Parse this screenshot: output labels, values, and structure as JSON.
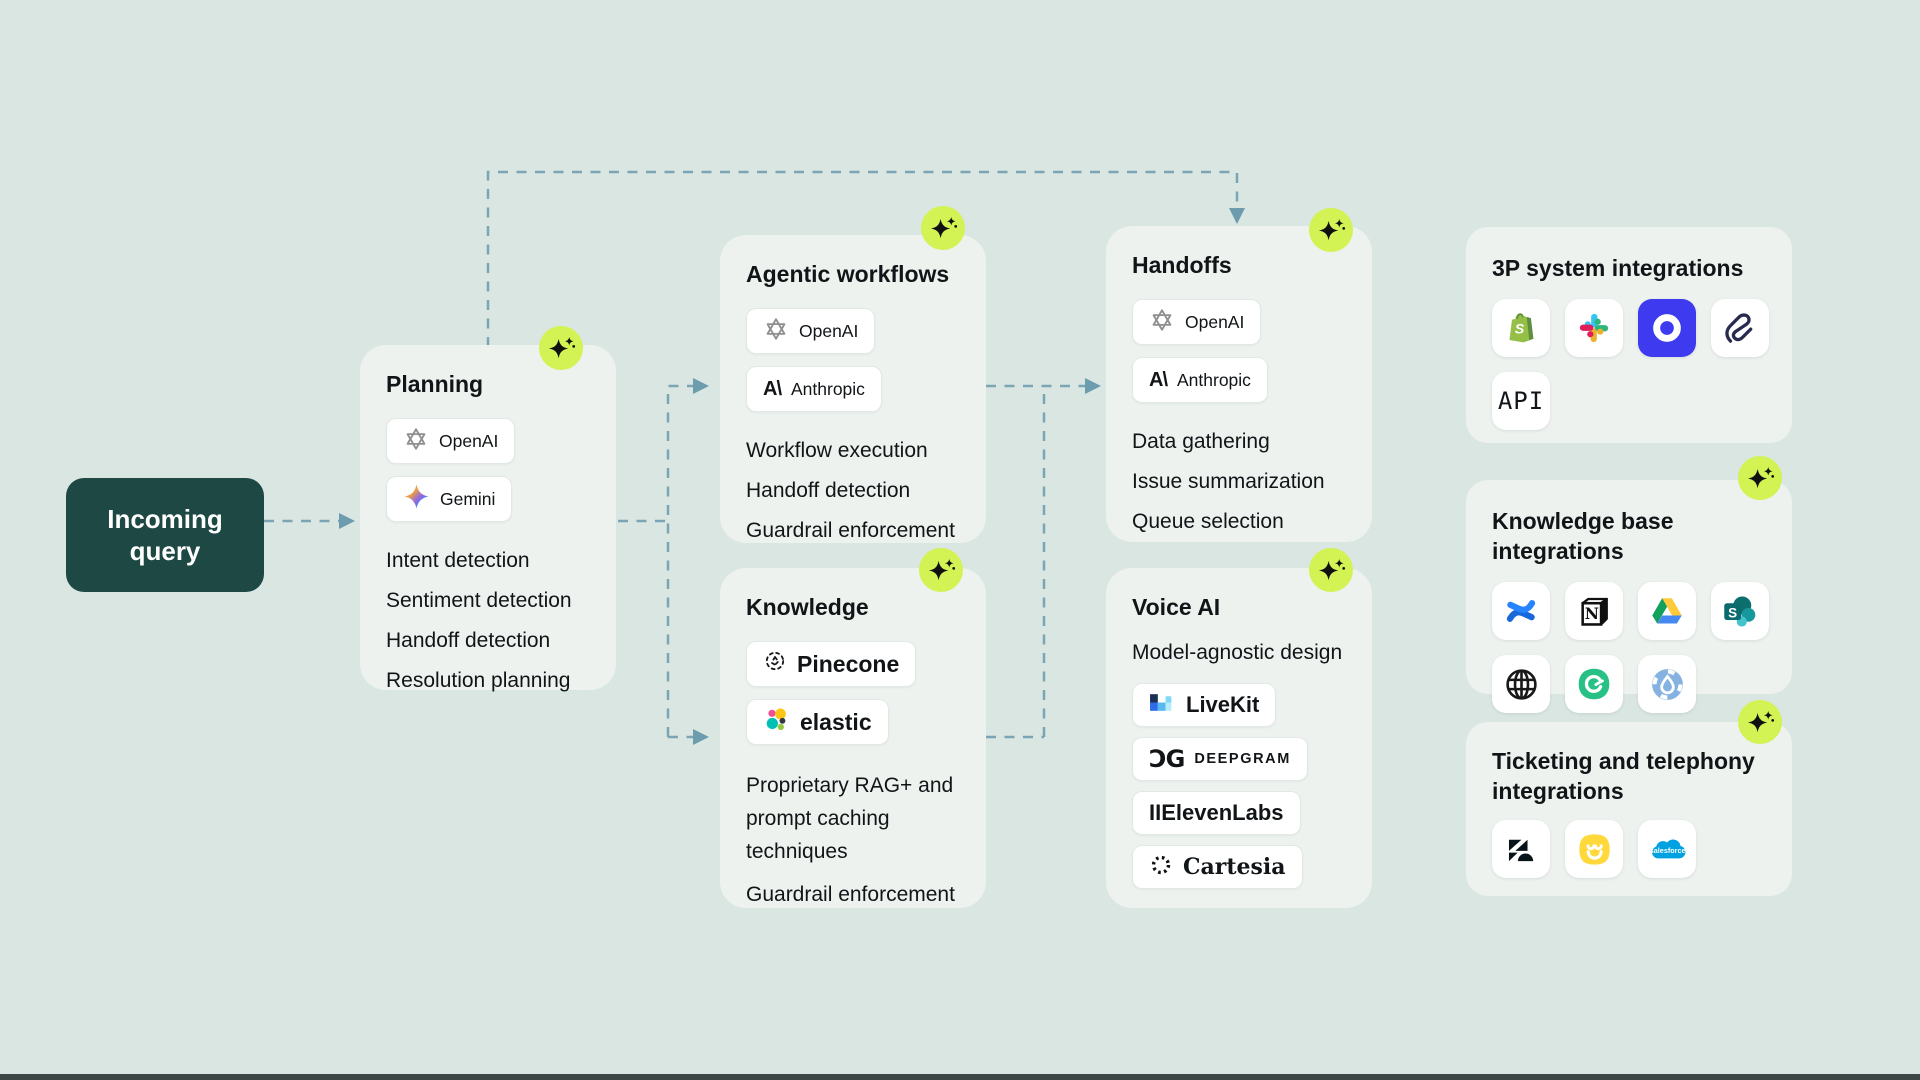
{
  "colors": {
    "background": "#dae6e1",
    "card": "#edf2ef",
    "accent_dark": "#1d4843",
    "badge_lime": "#d3f253",
    "connector": "#7ba4b4"
  },
  "incoming": {
    "label": "Incoming query"
  },
  "cards": {
    "planning": {
      "title": "Planning",
      "chips": {
        "openai": "OpenAI",
        "gemini": "Gemini"
      },
      "items": [
        "Intent detection",
        "Sentiment detection",
        "Handoff detection",
        "Resolution planning"
      ]
    },
    "agentic": {
      "title": "Agentic workflows",
      "chips": {
        "openai": "OpenAI",
        "anthropic": "Anthropic"
      },
      "items": [
        "Workflow execution",
        "Handoff detection",
        "Guardrail enforcement"
      ]
    },
    "knowledge": {
      "title": "Knowledge",
      "chips": {
        "pinecone": "Pinecone",
        "elastic": "elastic"
      },
      "items": [
        "Proprietary RAG+ and prompt caching techniques",
        "Guardrail enforcement"
      ]
    },
    "handoffs": {
      "title": "Handoffs",
      "chips": {
        "openai": "OpenAI",
        "anthropic": "Anthropic"
      },
      "items": [
        "Data gathering",
        "Issue summarization",
        "Queue selection"
      ]
    },
    "voice": {
      "title": "Voice AI",
      "note": "Model-agnostic design",
      "chips": {
        "livekit": "LiveKit",
        "deepgram": "DEEPGRAM",
        "elevenlabs": "IIElevenLabs",
        "cartesia": "Cartesia"
      }
    }
  },
  "panels": {
    "third_party": {
      "title": "3P system integrations",
      "tiles": [
        "shopify-icon",
        "slack-icon",
        "ring-logo-icon",
        "squiggle-logo-icon",
        "api-tile"
      ]
    },
    "knowledge_base": {
      "title": "Knowledge base integrations",
      "tiles": [
        "confluence-icon",
        "notion-icon",
        "google-drive-icon",
        "sharepoint-icon",
        "web-globe-icon",
        "guru-icon",
        "droplet-ring-icon"
      ]
    },
    "ticketing": {
      "title": "Ticketing and telephony integrations",
      "tiles": [
        "zendesk-icon",
        "smiley-logo-icon",
        "salesforce-icon"
      ]
    }
  },
  "glyphs": {
    "anthropic": "A\\",
    "deepgram": "ƆG",
    "api": "API",
    "notion": "N",
    "sharepoint": "S",
    "shopify": "S",
    "salesforce": "salesforce"
  }
}
